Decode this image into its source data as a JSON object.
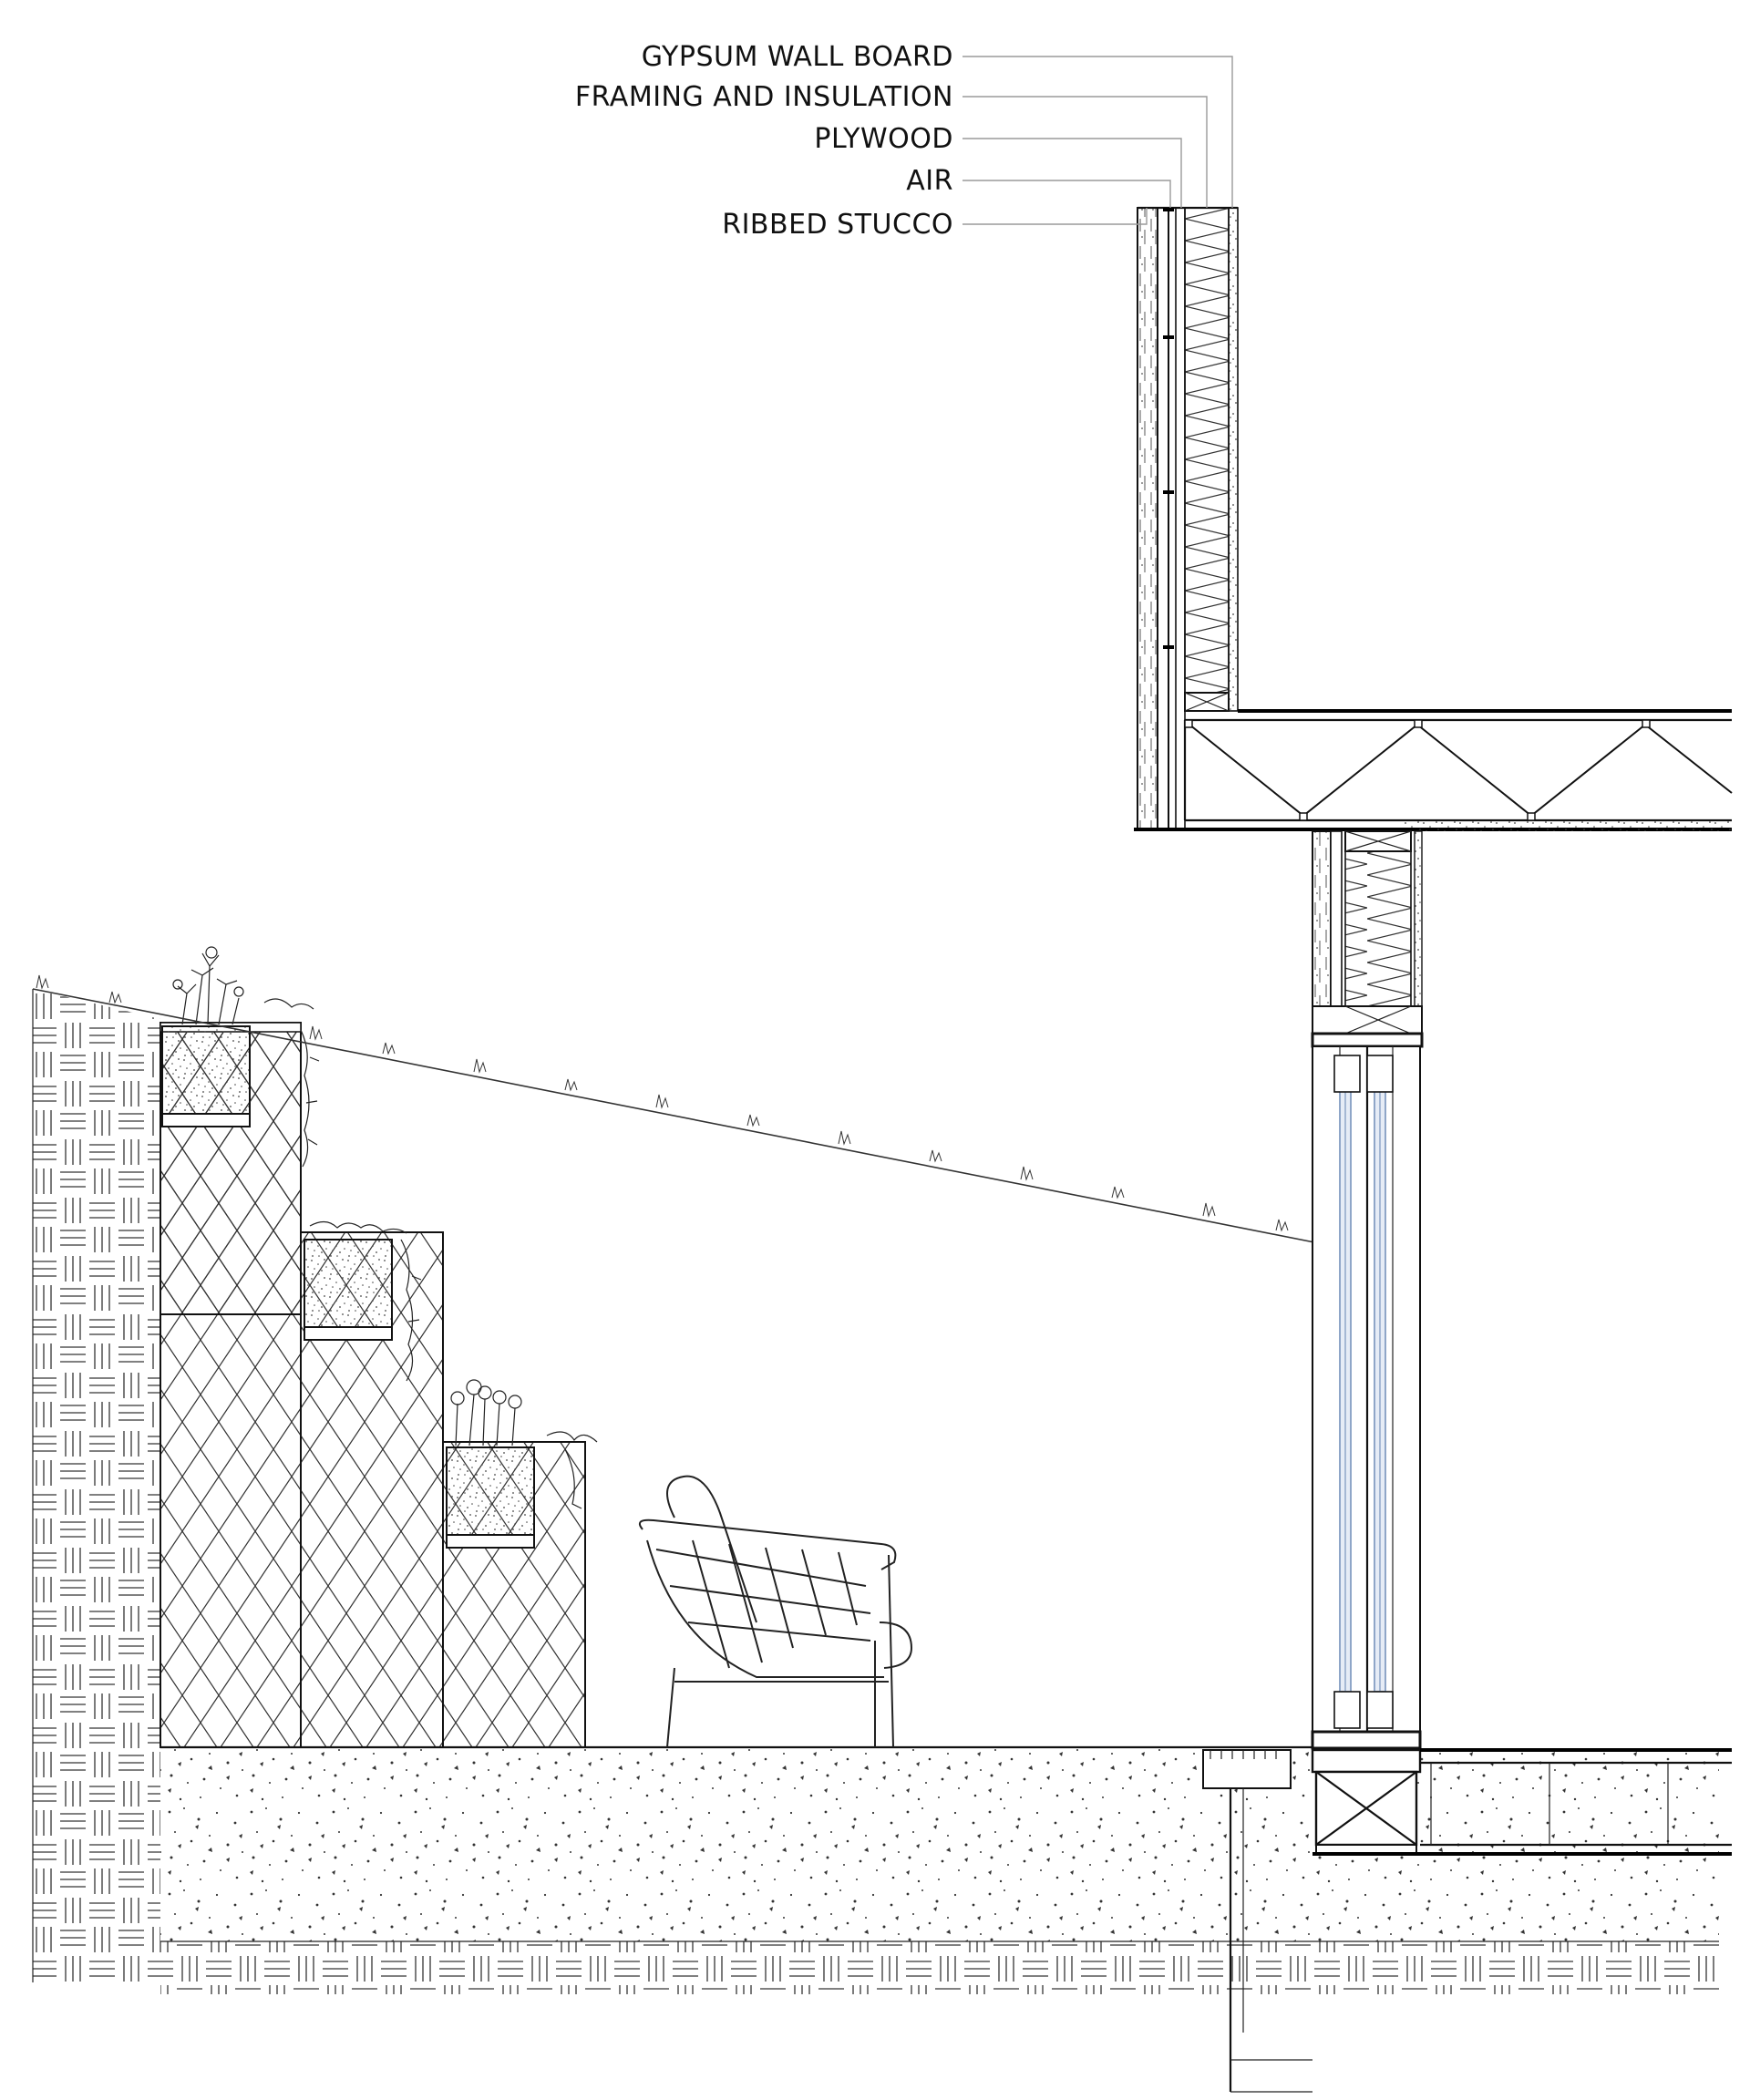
{
  "labels": [
    {
      "id": "gypsum",
      "text": "GYPSUM WALL BOARD"
    },
    {
      "id": "framing",
      "text": "FRAMING AND INSULATION"
    },
    {
      "id": "plywood",
      "text": "PLYWOOD"
    },
    {
      "id": "air",
      "text": "AIR"
    },
    {
      "id": "stucco",
      "text": "RIBBED STUCCO"
    }
  ],
  "colors": {
    "line": "#111111",
    "leader": "#9a9a9a",
    "glass": "#8fa6c8",
    "background": "#ffffff"
  }
}
